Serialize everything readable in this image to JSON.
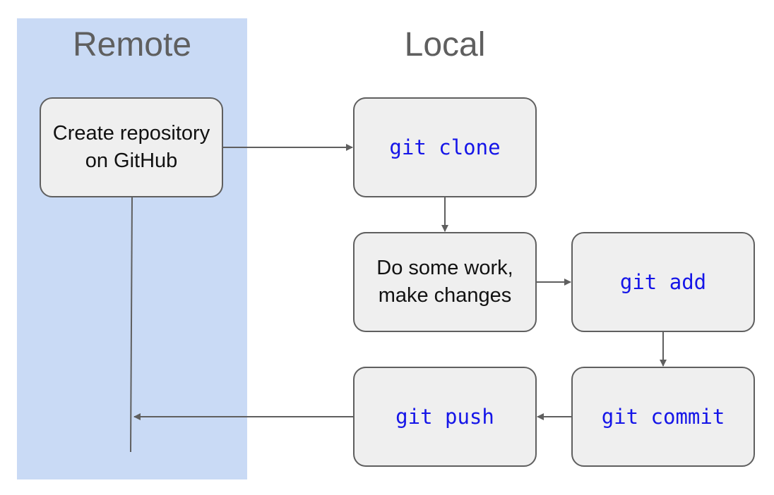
{
  "lanes": {
    "remote_label": "Remote",
    "local_label": "Local"
  },
  "nodes": {
    "create_repo": "Create repository on GitHub",
    "clone": "git clone",
    "work": "Do some work, make changes",
    "add": "git add",
    "commit": "git commit",
    "push": "git push"
  },
  "edges": [
    {
      "from": "create_repo",
      "to": "clone"
    },
    {
      "from": "clone",
      "to": "work"
    },
    {
      "from": "work",
      "to": "add"
    },
    {
      "from": "add",
      "to": "commit"
    },
    {
      "from": "commit",
      "to": "push"
    },
    {
      "from": "push",
      "to": "create_repo"
    }
  ],
  "colors": {
    "remote_band": "#c9daf5",
    "box_fill": "#efefef",
    "box_border": "#5f5f5f",
    "command_text": "#1515e8",
    "heading_text": "#5f5f5f"
  }
}
